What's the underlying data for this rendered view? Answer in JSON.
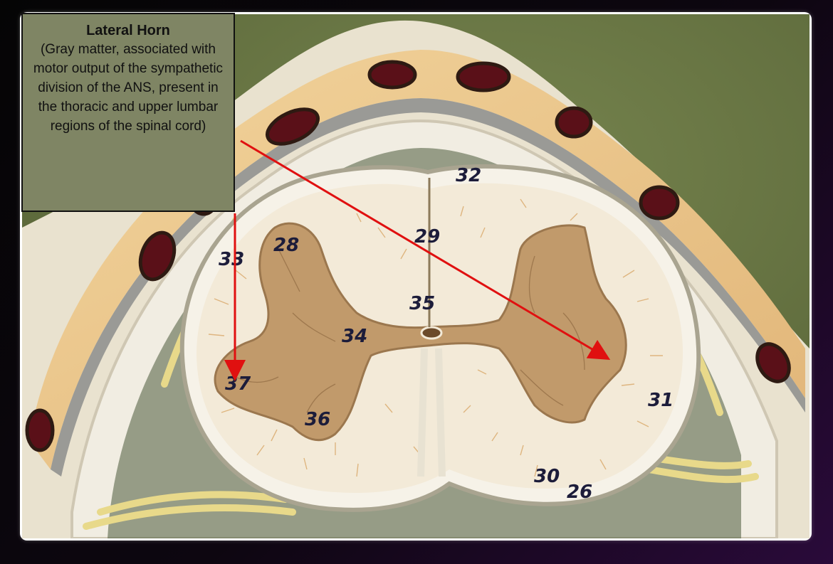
{
  "callout": {
    "title": "Lateral Horn",
    "description": "(Gray matter, associated with motor output of the sympathetic division of the ANS, present in the thoracic and upper lumbar regions of the spinal cord)"
  },
  "model_labels": [
    "32",
    "29",
    "33",
    "28",
    "35",
    "34",
    "37",
    "36",
    "31",
    "30",
    "26"
  ],
  "colors": {
    "box_fill": "#7f8564",
    "arrow": "#e01010",
    "background_green": "#6e7a46"
  }
}
